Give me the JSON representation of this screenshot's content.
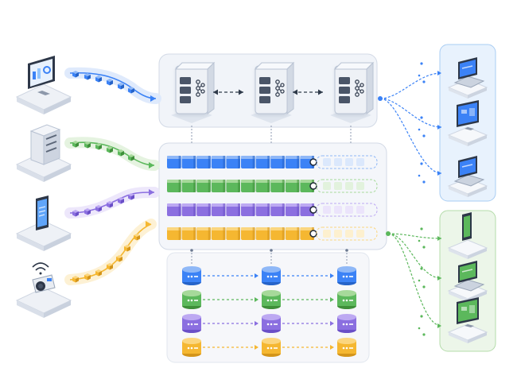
{
  "colors": {
    "blue": "#3b82f6",
    "green": "#5cb85c",
    "purple": "#8b6fe0",
    "yellow": "#f5b731",
    "panel_bg": "#f1f4f9",
    "panel_border": "#d3dae6",
    "consumer_blue_bg": "#e8f2fd",
    "consumer_green_bg": "#ecf6e9"
  },
  "producers": [
    {
      "icon": "desktop-monitor-icon",
      "color": "blue"
    },
    {
      "icon": "server-box-icon",
      "color": "green"
    },
    {
      "icon": "smartphone-icon",
      "color": "purple"
    },
    {
      "icon": "iot-camera-sensor-icon",
      "color": "yellow"
    }
  ],
  "brokers": [
    {
      "icon": "server-broker-icon"
    },
    {
      "icon": "server-broker-icon"
    },
    {
      "icon": "server-broker-icon"
    }
  ],
  "topics": [
    {
      "color": "blue",
      "filled_segments": 10,
      "pending_segments": 4
    },
    {
      "color": "green",
      "filled_segments": 10,
      "pending_segments": 4
    },
    {
      "color": "purple",
      "filled_segments": 10,
      "pending_segments": 4
    },
    {
      "color": "yellow",
      "filled_segments": 10,
      "pending_segments": 4
    }
  ],
  "replicas": [
    {
      "color": "blue",
      "icons": [
        "database-icon",
        "database-icon",
        "database-icon"
      ]
    },
    {
      "color": "green",
      "icons": [
        "database-icon",
        "database-icon",
        "database-icon"
      ]
    },
    {
      "color": "purple",
      "icons": [
        "database-icon",
        "database-icon",
        "database-icon"
      ]
    },
    {
      "color": "yellow",
      "icons": [
        "database-icon",
        "database-icon",
        "database-icon"
      ]
    }
  ],
  "consumer_groups": [
    {
      "color": "blue",
      "devices": [
        "laptop-icon",
        "desktop-monitor-icon",
        "laptop-icon"
      ]
    },
    {
      "color": "green",
      "devices": [
        "smartphone-icon",
        "laptop-icon",
        "desktop-monitor-icon"
      ]
    }
  ]
}
